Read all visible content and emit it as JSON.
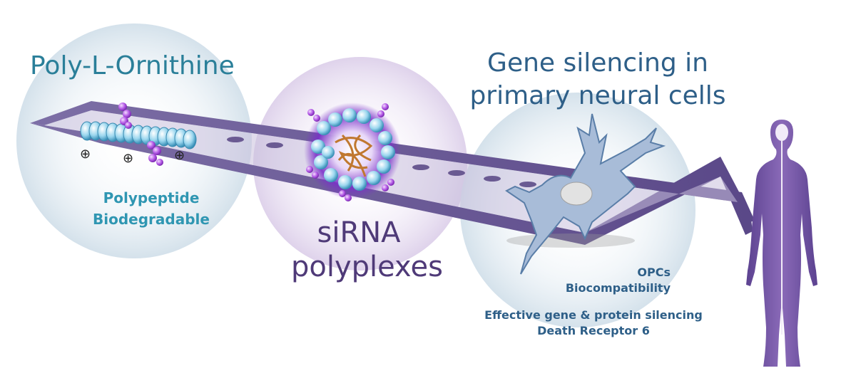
{
  "polymer": {
    "title": "Poly-L-Ornithine",
    "properties": [
      "Polypeptide",
      "Biodegradable"
    ],
    "charge_symbol": "⊕"
  },
  "polyplex": {
    "title_lines": [
      "siRNA",
      "polyplexes"
    ]
  },
  "silencing": {
    "title_lines": [
      "Gene silencing in",
      "primary neural cells"
    ],
    "cell_labels": [
      "OPCs",
      "Biocompatibility"
    ],
    "outcomes": [
      "Effective gene & protein silencing",
      "Death Receptor 6"
    ]
  },
  "colors": {
    "polymer_teal": "#2a7f99",
    "polymer_text": "#2f96b2",
    "sirna_purple": "#4f3a78",
    "gene_blue": "#2e5f88",
    "strip_purple": "#6a5a92",
    "helix_cyan": "#8fd0e8",
    "sirna_magenta": "#a44ad6",
    "core_orange": "#c07830",
    "cell_blue": "#a8bcd8",
    "silhouette": "#6a4f9c"
  },
  "icons": [
    "polymer-helix-icon",
    "sirna-strand-icon",
    "polyplex-icon",
    "neural-cell-icon",
    "human-silhouette-icon"
  ]
}
